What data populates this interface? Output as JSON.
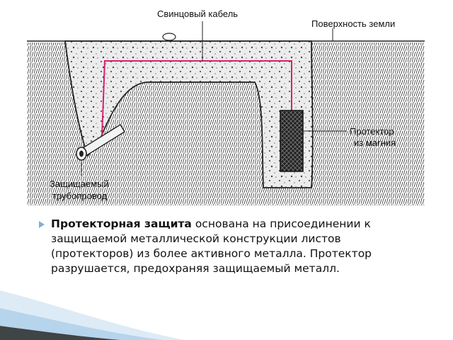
{
  "diagram": {
    "labels": {
      "cable": "Свинцовый кабель",
      "surface": "Поверхность земли",
      "protector_line1": "Протектор",
      "protector_line2": "из магния",
      "pipe_line1": "Защищаемый",
      "pipe_line2": "трубопровод"
    },
    "colors": {
      "cable": "#d6206e",
      "soil": "#e6e6e6",
      "outline": "#222222",
      "accent": "#7fb0d6"
    }
  },
  "text": {
    "bold_term": "Протекторная защита",
    "body": " основана на присоединении к защищаемой металлической конструкции листов (протекторов) из более активного металла. Протектор разрушается, предохраняя защищаемый металл."
  }
}
